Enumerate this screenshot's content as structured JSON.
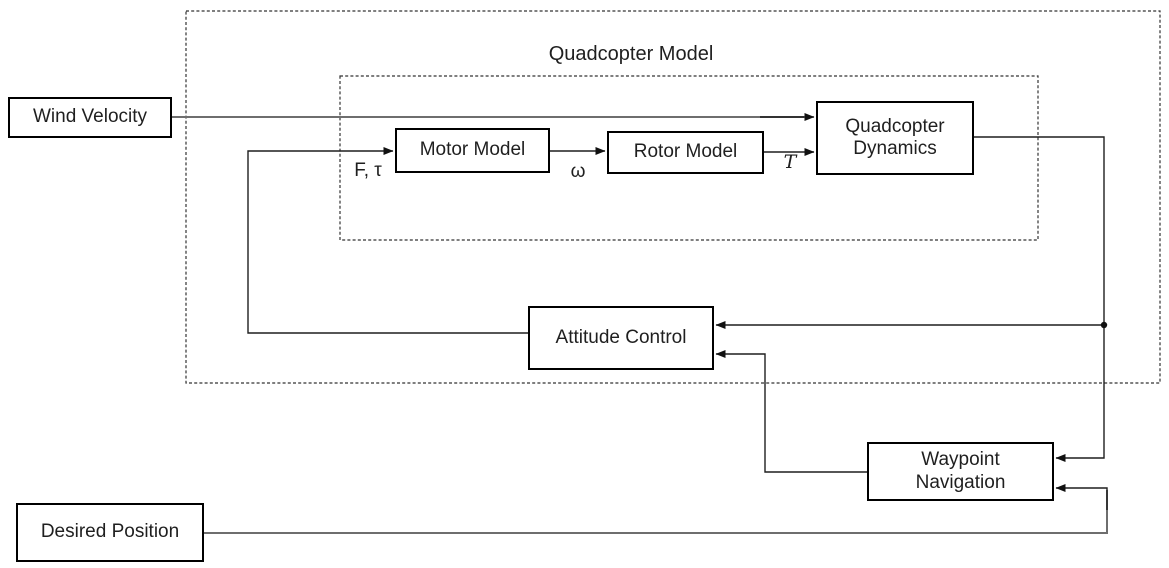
{
  "diagram": {
    "title": "Quadcopter Model",
    "type": "block-diagram"
  },
  "nodes": {
    "wind_velocity": "Wind Velocity",
    "desired_position": "Desired Position",
    "motor_model": "Motor Model",
    "rotor_model": "Rotor Model",
    "quadcopter_dynamics": "Quadcopter Dynamics",
    "attitude_control": "Attitude Control",
    "waypoint_navigation": "Waypoint Navigation"
  },
  "signals": {
    "force_torque": "F, τ",
    "omega": "ω",
    "thrust": "T"
  },
  "connections": [
    "Wind Velocity → Quadcopter Dynamics",
    "Attitude Control → Motor Model (F, τ)",
    "Motor Model → Rotor Model (ω)",
    "Rotor Model → Quadcopter Dynamics (T)",
    "Quadcopter Dynamics → Attitude Control (feedback)",
    "Quadcopter Dynamics → Waypoint Navigation (feedback)",
    "Waypoint Navigation → Attitude Control",
    "Desired Position → Waypoint Navigation"
  ],
  "colors": {
    "background": "#ffffff",
    "line": "#1f1f1f",
    "gray_line": "#6e6e6e",
    "box_border": "#000000",
    "text": "#1f1f1f"
  }
}
